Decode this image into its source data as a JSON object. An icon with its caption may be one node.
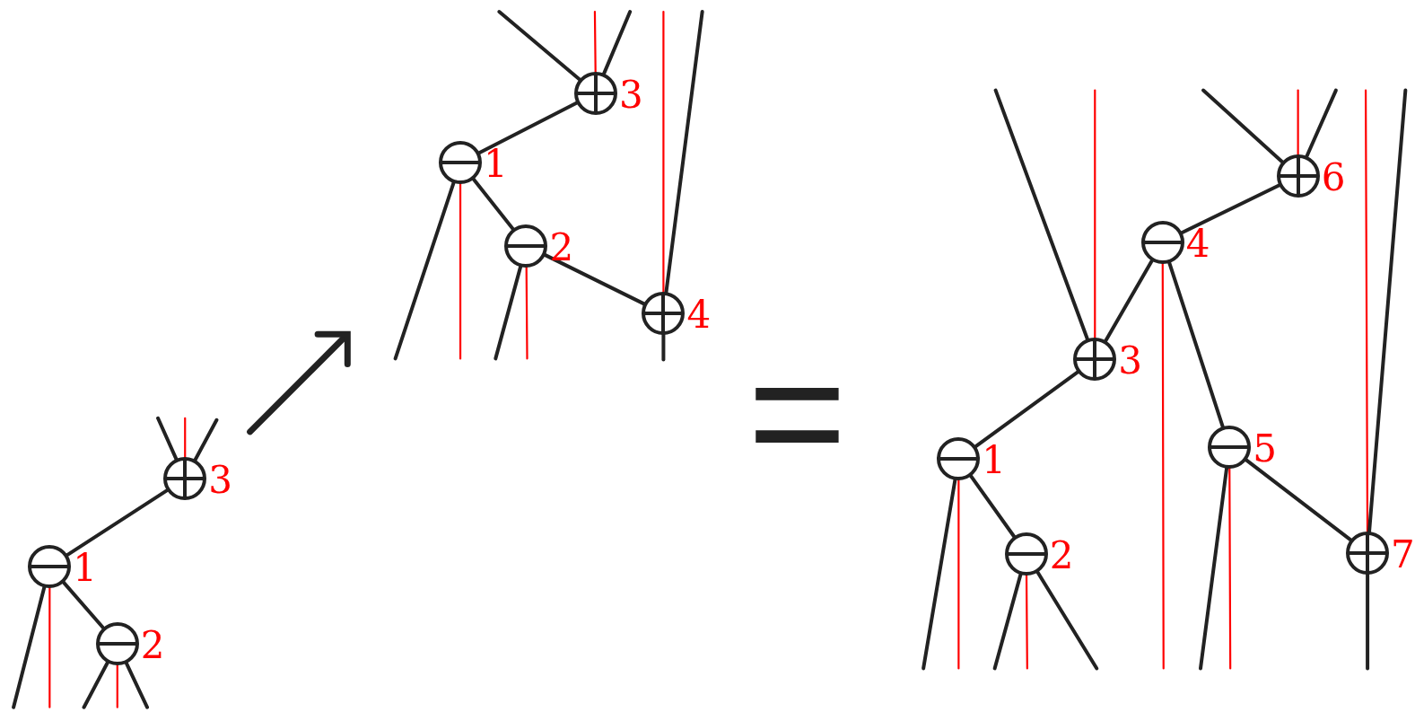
{
  "diagram": {
    "nodes": [
      {
        "text": [],
        "shape": "circle",
        "beside": [
          "3"
        ]
      },
      {
        "text": [],
        "shape": "circle",
        "beside": [
          "1"
        ]
      },
      {
        "text": [],
        "shape": "circle",
        "beside": [
          "2"
        ]
      },
      {
        "text": [],
        "shape": "circle",
        "beside": [
          "3"
        ]
      },
      {
        "text": [],
        "shape": "circle",
        "beside": [
          "1"
        ]
      },
      {
        "text": [],
        "shape": "circle",
        "beside": [
          "2"
        ]
      },
      {
        "text": [],
        "shape": "circle",
        "beside": [
          "4"
        ]
      },
      {
        "text": [],
        "shape": "circle",
        "beside": [
          "3"
        ]
      },
      {
        "text": [],
        "shape": "circle",
        "beside": [
          "1"
        ]
      },
      {
        "text": [],
        "shape": "circle",
        "beside": [
          "2"
        ]
      },
      {
        "text": [],
        "shape": "circle",
        "beside": [
          "4"
        ]
      },
      {
        "text": [],
        "shape": "circle",
        "beside": [
          "5"
        ]
      },
      {
        "text": [],
        "shape": "circle",
        "beside": [
          "6"
        ]
      },
      {
        "text": [],
        "shape": "circle",
        "beside": [
          "7"
        ]
      }
    ],
    "edges": [
      {
        "from": 1,
        "to": 0,
        "arrow": "none"
      },
      {
        "from": 1,
        "to": 2,
        "arrow": "none"
      },
      {
        "from": 0,
        "to": null,
        "arrow": "none"
      },
      {
        "from": 0,
        "to": null,
        "arrow": "none",
        "color": "#ff0000"
      },
      {
        "from": 0,
        "to": null,
        "arrow": "none"
      },
      {
        "from": 1,
        "to": null,
        "arrow": "none"
      },
      {
        "from": 1,
        "to": null,
        "arrow": "none",
        "color": "#ff0000"
      },
      {
        "from": 2,
        "to": null,
        "arrow": "none"
      },
      {
        "from": 2,
        "to": null,
        "arrow": "none",
        "color": "#ff0000"
      },
      {
        "from": 2,
        "to": null,
        "arrow": "none"
      },
      {
        "from": 4,
        "to": 3,
        "arrow": "none"
      },
      {
        "from": 4,
        "to": 5,
        "arrow": "none"
      },
      {
        "from": 5,
        "to": 6,
        "arrow": "none"
      },
      {
        "from": 3,
        "to": null,
        "arrow": "none"
      },
      {
        "from": 3,
        "to": null,
        "arrow": "none",
        "color": "#ff0000"
      },
      {
        "from": 3,
        "to": null,
        "arrow": "none"
      },
      {
        "from": 4,
        "to": null,
        "arrow": "none"
      },
      {
        "from": 4,
        "to": null,
        "arrow": "none",
        "color": "#ff0000"
      },
      {
        "from": 5,
        "to": null,
        "arrow": "none"
      },
      {
        "from": 5,
        "to": null,
        "arrow": "none",
        "color": "#ff0000"
      },
      {
        "from": 6,
        "to": null,
        "arrow": "none",
        "color": "#ff0000"
      },
      {
        "from": 6,
        "to": null,
        "arrow": "none"
      },
      {
        "from": 6,
        "to": null,
        "arrow": "none"
      },
      {
        "from": 8,
        "to": 7,
        "arrow": "none"
      },
      {
        "from": 8,
        "to": 9,
        "arrow": "none"
      },
      {
        "from": 7,
        "to": 10,
        "arrow": "none"
      },
      {
        "from": 10,
        "to": 12,
        "arrow": "none"
      },
      {
        "from": 10,
        "to": 11,
        "arrow": "none"
      },
      {
        "from": 11,
        "to": 13,
        "arrow": "none"
      },
      {
        "from": 7,
        "to": null,
        "arrow": "none"
      },
      {
        "from": 7,
        "to": null,
        "arrow": "none",
        "color": "#ff0000"
      },
      {
        "from": 8,
        "to": null,
        "arrow": "none"
      },
      {
        "from": 8,
        "to": null,
        "arrow": "none",
        "color": "#ff0000"
      },
      {
        "from": 9,
        "to": null,
        "arrow": "none"
      },
      {
        "from": 9,
        "to": null,
        "arrow": "none",
        "color": "#ff0000"
      },
      {
        "from": 9,
        "to": null,
        "arrow": "none"
      },
      {
        "from": 10,
        "to": null,
        "arrow": "none",
        "color": "#ff0000"
      },
      {
        "from": 11,
        "to": null,
        "arrow": "none"
      },
      {
        "from": 11,
        "to": null,
        "arrow": "none",
        "color": "#ff0000"
      },
      {
        "from": 12,
        "to": null,
        "arrow": "none"
      },
      {
        "from": 12,
        "to": null,
        "arrow": "none",
        "color": "#ff0000"
      },
      {
        "from": 12,
        "to": null,
        "arrow": "none"
      },
      {
        "from": 13,
        "to": null,
        "arrow": "none",
        "color": "#ff0000"
      },
      {
        "from": 13,
        "to": null,
        "arrow": "none"
      },
      {
        "from": 13,
        "to": null,
        "arrow": "none"
      }
    ],
    "labels": [
      "="
    ]
  }
}
